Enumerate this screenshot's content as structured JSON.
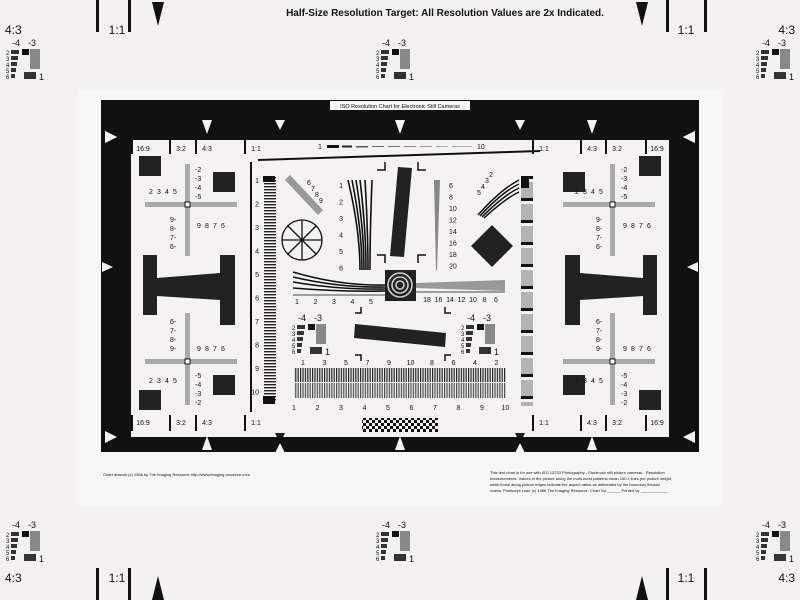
{
  "title": "Half-Size Resolution Target: All Resolution Values are 2x Indicated.",
  "chart_title": "ISO Resolution Chart for Electronic Still Cameras",
  "corner_labels": {
    "aspect_43": "4:3",
    "aspect_11": "1:1"
  },
  "patch_labels": {
    "minus4": "-4",
    "minus3": "-3",
    "rows": [
      "2",
      "3",
      "4",
      "5",
      "6"
    ],
    "one": "1"
  },
  "frame_labels": [
    "16:9",
    "3:2",
    "4:3",
    "1:1",
    "1:1",
    "4:3",
    "3:2",
    "16:9"
  ],
  "top_scale": {
    "start": "1",
    "end": "10"
  },
  "left_vertical_scale": [
    "1",
    "2",
    "3",
    "4",
    "5",
    "6",
    "7",
    "8",
    "9",
    "10"
  ],
  "center_left_wedge": [
    "1",
    "2",
    "3",
    "4",
    "5",
    "6"
  ],
  "center_right_wedge": [
    "6",
    "8",
    "10",
    "12",
    "14",
    "16",
    "18",
    "20"
  ],
  "horizontal_wedge_left": [
    "1",
    "2",
    "3",
    "4",
    "5"
  ],
  "horizontal_wedge_right": [
    "18",
    "16",
    "14",
    "12",
    "10",
    "8",
    "6"
  ],
  "burst_top_numbers": [
    "1",
    "3",
    "5",
    "7",
    "9",
    "10",
    "8",
    "6",
    "4",
    "2"
  ],
  "burst_bottom_numbers": [
    "1",
    "2",
    "3",
    "4",
    "5",
    "6",
    "7",
    "8",
    "9",
    "10"
  ],
  "fan_left": [
    "6",
    "7",
    "8",
    "9"
  ],
  "fan_right": [
    "2",
    "3",
    "4",
    "5"
  ],
  "cross_labels": {
    "up": [
      "-2",
      "-3",
      "-4",
      "-5"
    ],
    "side_left": [
      "2",
      "3",
      "4",
      "5"
    ],
    "side_right": [
      "9",
      "8",
      "7",
      "6"
    ],
    "down": [
      "9-",
      "8-",
      "7-",
      "6-"
    ]
  },
  "footer": {
    "left": "Chart artwork (c) 1986 by The Imaging Resource http://www.imaging-resource.com",
    "right": [
      "This test chart is for use with ISO 12233 Photography - Electronic still picture cameras - Resolution",
      "measurements. Values in the picture along the multi-burst patterns mean 100 x lines per picture height,",
      "while those along picture edges indicate the aspect ratios as delineated by the boundary fiducial",
      "marks. Postscript code (c) 1986 The Imaging Resource. Chart No.______ Printed by ____________"
    ]
  }
}
